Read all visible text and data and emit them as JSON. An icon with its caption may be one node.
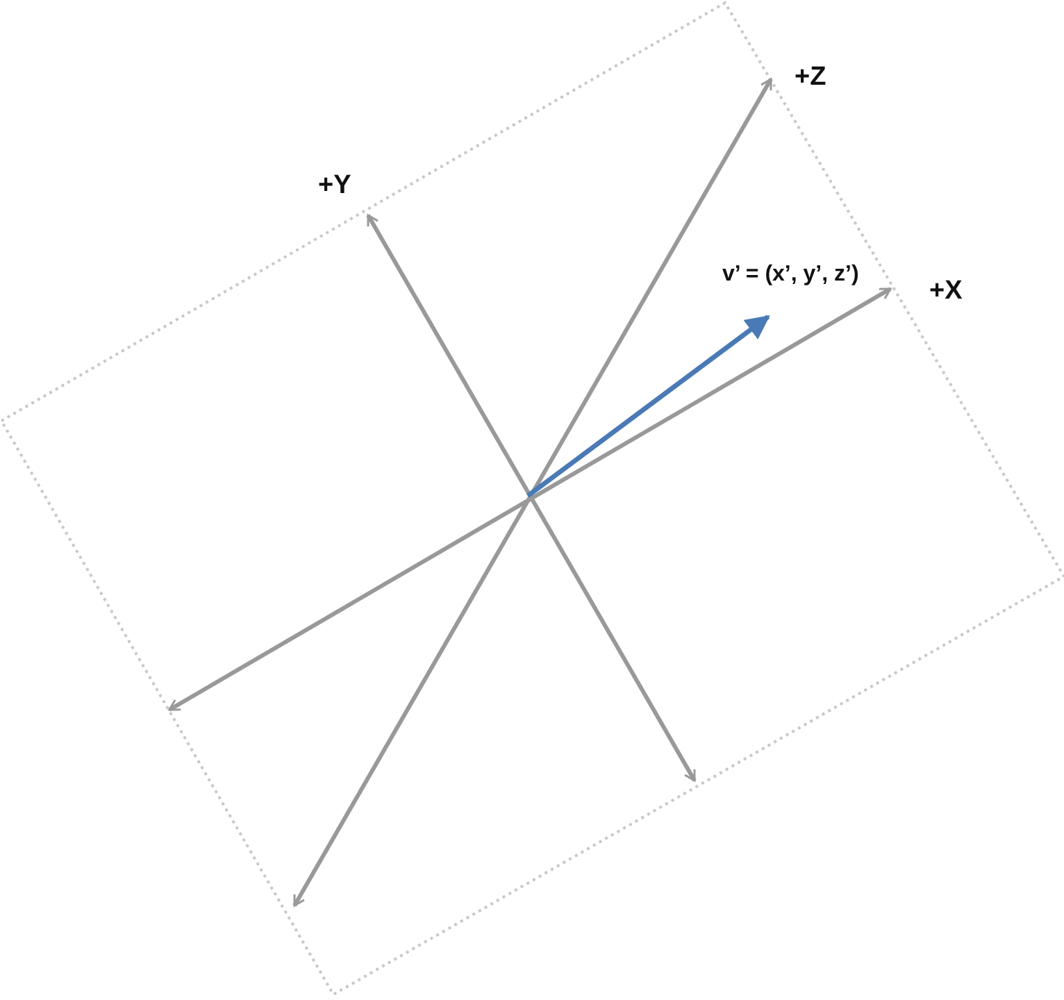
{
  "diagram": {
    "labels": [
      "+Z",
      "+Y",
      "v’ = (x’, y’, z’)",
      "+X"
    ]
  }
}
